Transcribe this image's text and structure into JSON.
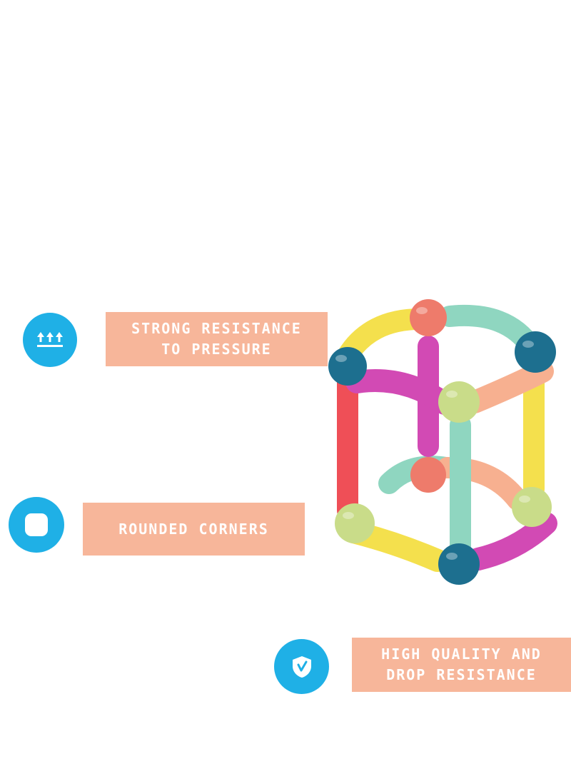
{
  "features": [
    {
      "icon": "pressure-arrows-icon",
      "lines": [
        "STRONG RESISTANCE",
        "TO PRESSURE"
      ]
    },
    {
      "icon": "rounded-square-icon",
      "lines": [
        "ROUNDED CORNERS"
      ]
    },
    {
      "icon": "shield-icon",
      "lines": [
        "HIGH QUALITY AND",
        "DROP RESISTANCE"
      ]
    }
  ],
  "colors": {
    "icon_blue": "#1fb0e6",
    "label_bg": "#f7b69a",
    "label_text": "#ffffff",
    "toy_yellow": "#f4e04d",
    "toy_pink": "#d24ab4",
    "toy_mint": "#8fd6c0",
    "toy_peach": "#f7b090",
    "toy_red": "#ef4f57",
    "ball_teal": "#1d6f8f",
    "ball_coral": "#ee7b6b",
    "ball_lime": "#c9dc89"
  }
}
